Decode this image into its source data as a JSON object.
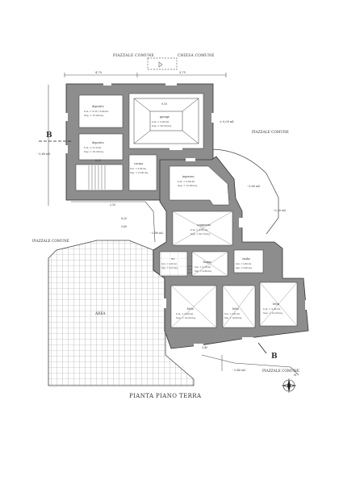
{
  "labels": {
    "piazzale_top": "PIAZZALE COMUNE",
    "chiesa": "CHIESA COMUNE",
    "piazzale_right": "PIAZZALE COMUNE",
    "piazzale_left": "PIAZZALE COMUNE",
    "piazzale_bottom": "PIAZZALE COMUNE",
    "section_b": "B",
    "area": "AREA",
    "title": "PIANTA PIANO TERRA",
    "north": "N"
  },
  "rooms": [
    {
      "name": "deposito",
      "h": "h.m. = 3,25 / 3,80 ml.",
      "sup": "Sup. = 15,40 mq."
    },
    {
      "name": "garage",
      "h": "h.m. = 2,80 ml.",
      "sup": "Sup. = 29,50 mq."
    },
    {
      "name": "deposito",
      "h": "h.m. = 3,10 ml.",
      "sup": "Sup. = 10,20 mq."
    },
    {
      "name": "cucina",
      "h": "h.m. = 3,00 ml.",
      "sup": "Sup. = 13,80 mq."
    },
    {
      "name": "ingresso",
      "h": "h.m. = 2,90 ml.",
      "sup": "Sup. = 12,80 mq."
    },
    {
      "name": "soggiorno",
      "h": "h.m. = 3,05 ml.",
      "sup": "Sup. = 20,70 mq."
    },
    {
      "name": "wc",
      "h": "h.m. = 2,60 ml.",
      "sup": "Sup. = 4,10 mq."
    },
    {
      "name": "letto",
      "h": "h.m. = 3,00 ml.",
      "sup": "Sup. = 14,20 mq."
    },
    {
      "name": "letto",
      "h": "h.m. = 2,95 ml.",
      "sup": "Sup. = 14,80 mq."
    },
    {
      "name": "letto",
      "h": "h.m. = 2,95 ml.",
      "sup": "Sup. = 13,20 mq."
    },
    {
      "name": "bagno",
      "h": "h.m. = 2,70 ml.",
      "sup": "Sup. = 6,40 mq."
    },
    {
      "name": "studio",
      "h": "h.m. = 2,80 ml.",
      "sup": "Sup. = 9,60 mq."
    }
  ],
  "levels": {
    "l1": "± 0,00 ml.",
    "l2": "- 0,80 ml.",
    "l3": "- 0,60 ml.",
    "l4": "- 0,30 ml.",
    "l5": "- 0,90 ml.",
    "l6": "- 0,40 ml."
  },
  "dims": {
    "d1": "4,70",
    "d2": "3,75",
    "d3": "9,15",
    "d4": "6,25",
    "d5": "2,10",
    "d6": "8,20",
    "d7": "5,60",
    "d8": "3,40"
  }
}
